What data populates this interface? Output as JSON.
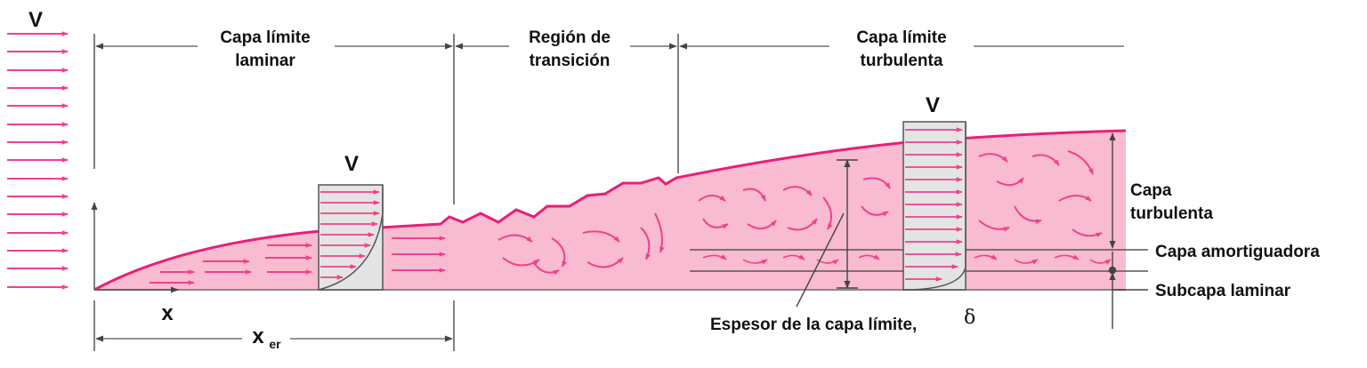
{
  "colors": {
    "fill": "#f8bbd0",
    "edge": "#e91e78",
    "arrow": "#f0408c",
    "line": "#444444",
    "profile_bg": "#e4e4e4"
  },
  "labels": {
    "v_inlet": "V",
    "laminar_1": "Capa límite",
    "laminar_2": "laminar",
    "transition_1": "Región de",
    "transition_2": "transición",
    "turbulent_1": "Capa límite",
    "turbulent_2": "turbulenta",
    "v_laminar": "V",
    "v_turbulent": "V",
    "capa_turb_1": "Capa",
    "capa_turb_2": "turbulenta",
    "buffer": "Capa amortiguadora",
    "sublayer": "Subcapa laminar",
    "x": "x",
    "xcr_main": "x",
    "xcr_sub": "er",
    "thickness": "Espesor de la capa límite,",
    "delta": "δ"
  }
}
